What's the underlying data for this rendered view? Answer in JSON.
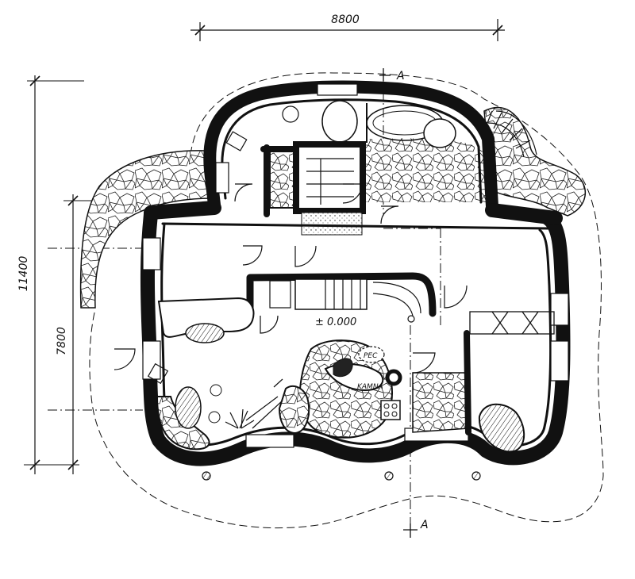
{
  "dimensions": {
    "width_top": "8800",
    "height_left_outer": "11400",
    "height_left_inner": "7800"
  },
  "section_marks": {
    "top": "A",
    "bottom": "A"
  },
  "labels": {
    "level": "± 0.000",
    "stove": "PEC",
    "fireplace": "KAMNA"
  }
}
